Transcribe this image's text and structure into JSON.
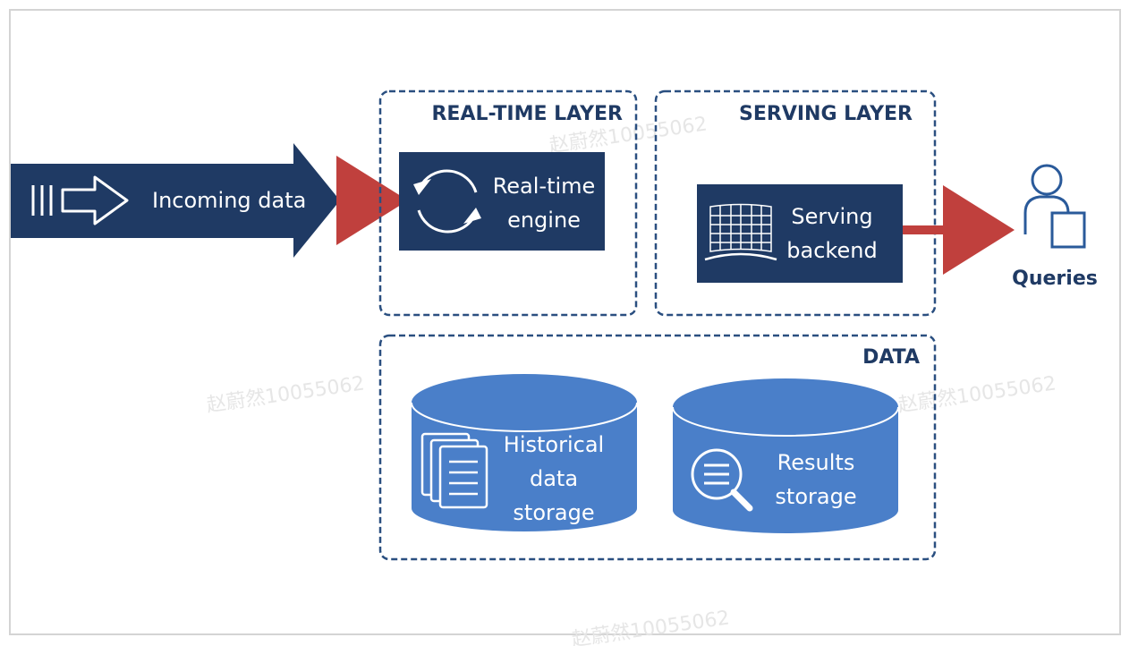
{
  "colors": {
    "navy": "#1f3a64",
    "mid_blue": "#4a7fc9",
    "arrow_red": "#c0403d",
    "dash_border": "#2a4f80",
    "frame": "#d4d4d4"
  },
  "input": {
    "label": "Incoming data",
    "icon": "input-arrow-icon"
  },
  "realtime_layer": {
    "title": "REAL-TIME LAYER",
    "engine": {
      "line1": "Real-time",
      "line2": "engine",
      "icon": "refresh-cycle-icon"
    }
  },
  "serving_layer": {
    "title": "SERVING LAYER",
    "backend": {
      "line1": "Serving",
      "line2": "backend",
      "icon": "grid-mesh-icon"
    }
  },
  "queries": {
    "label": "Queries",
    "icon": "user-query-icon"
  },
  "data_layer": {
    "title": "DATA",
    "historical": {
      "line1": "Historical",
      "line2": "data",
      "line3": "storage",
      "icon": "documents-stack-icon"
    },
    "results": {
      "line1": "Results",
      "line2": "storage",
      "icon": "magnifier-list-icon"
    }
  },
  "watermark": {
    "text": "赵蔚然10055062"
  }
}
